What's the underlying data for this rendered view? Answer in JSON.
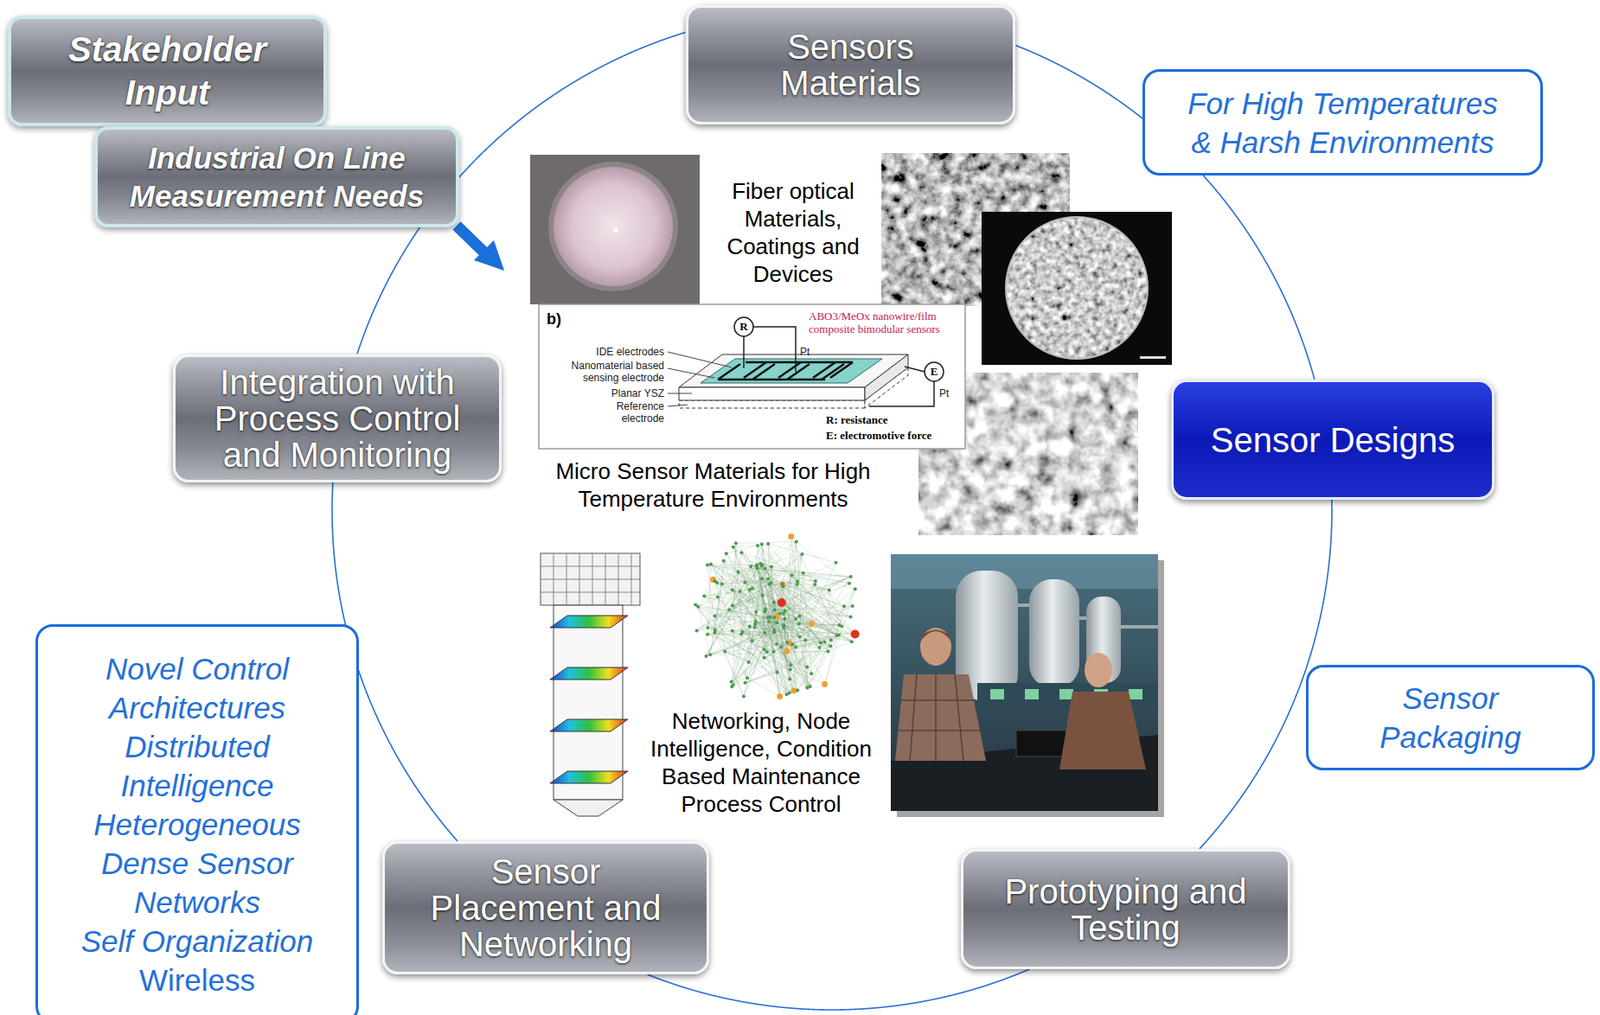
{
  "diagram": {
    "nodes": [
      {
        "text": [
          "Stakeholder Input"
        ]
      },
      {
        "text": [
          "Industrial On Line Measurement Needs"
        ]
      },
      {
        "text": [
          "Sensors Materials"
        ]
      },
      {
        "text": [
          "For High Temperatures & Harsh Environments"
        ]
      },
      {
        "text": [
          "Integration with Process Control and Monitoring"
        ]
      },
      {
        "text": [
          "Sensor Designs"
        ]
      },
      {
        "text": [
          "Sensor Packaging"
        ]
      },
      {
        "text": [
          "Novel Control Architectures",
          "Distributed Intelligence",
          "Heterogeneous Dense Sensor Networks",
          "Self Organization",
          "Wireless"
        ]
      },
      {
        "text": [
          "Sensor Placement and Networking"
        ]
      },
      {
        "text": [
          "Prototyping and Testing"
        ]
      }
    ],
    "edges": [
      {
        "from": 2,
        "to": 5,
        "arrow": "none"
      },
      {
        "from": 5,
        "to": 9,
        "arrow": "none"
      },
      {
        "from": 9,
        "to": 8,
        "arrow": "none"
      },
      {
        "from": 8,
        "to": 4,
        "arrow": "none"
      },
      {
        "from": 4,
        "to": 2,
        "arrow": "none"
      }
    ],
    "labels": [
      "Fiber optical Materials, Coatings and Devices",
      "b)",
      "IDE electrodes",
      "Nanomaterial based sensing electrode",
      "Planar YSZ",
      "Reference electrode",
      "R",
      "Pt",
      "E",
      "Pt",
      "ABO3/MeOx nanowire/film composite bimodular sensors",
      "R: resistance",
      "E: electromotive force",
      "Micro Sensor Materials for High Temperature Environments",
      "Networking, Node Intelligence, Condition Based Maintenance Process Control"
    ]
  }
}
